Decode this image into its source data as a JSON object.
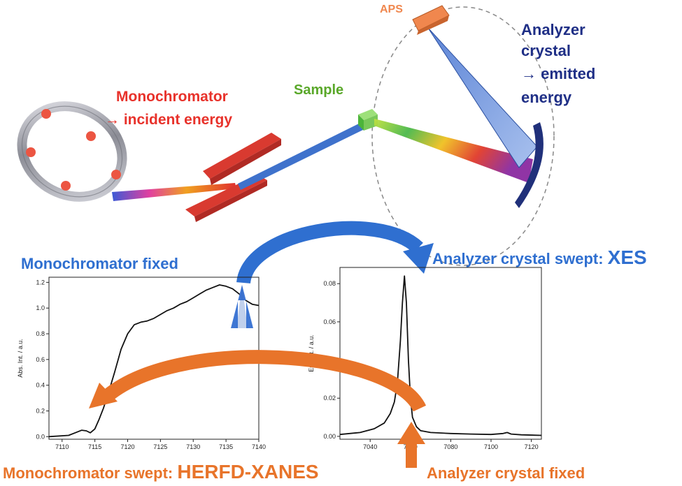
{
  "labels": {
    "aps": "APS",
    "analyzer_line1": "Analyzer",
    "analyzer_line2": "crystal",
    "analyzer_line3": "→ emitted",
    "analyzer_line4": "energy",
    "sample": "Sample",
    "mono_line1": "Monochromator",
    "mono_line2": "→ incident energy",
    "mono_fixed": "Monochromator  fixed",
    "analyzer_swept_prefix": "Analyzer crystal swept: ",
    "analyzer_swept_emph": "XES",
    "mono_swept_prefix": "Monochromator  swept: ",
    "mono_swept_emph": "HERFD-XANES",
    "analyzer_fixed": "Analyzer crystal fixed"
  },
  "colors": {
    "red": "#e8322b",
    "green": "#5aa82a",
    "navy": "#1f2f86",
    "blue": "#2f6fd0",
    "orange": "#e8742a",
    "aps": "#f0874e"
  },
  "chart_data": [
    {
      "type": "line",
      "ylabel": "Abs. Int. / a.u.",
      "xlabel": "",
      "xticks": [
        "7110",
        "7115",
        "7120",
        "7125",
        "7130",
        "7135",
        "7140"
      ],
      "yticks": [
        "0.0",
        "0.2",
        "0.4",
        "0.6",
        "0.8",
        "1.0",
        "1.2"
      ],
      "xlim": [
        7108,
        7140
      ],
      "ylim": [
        -0.02,
        1.24
      ],
      "x": [
        7108,
        7111,
        7112,
        7113,
        7113.7,
        7114.3,
        7115,
        7115.6,
        7116.3,
        7117,
        7118,
        7119,
        7120,
        7121,
        7122,
        7123,
        7124,
        7125,
        7126,
        7127,
        7128,
        7129,
        7130,
        7131,
        7132,
        7133,
        7134,
        7135,
        7136,
        7137,
        7138,
        7139,
        7140
      ],
      "y": [
        0.0,
        0.01,
        0.03,
        0.05,
        0.045,
        0.03,
        0.06,
        0.13,
        0.22,
        0.33,
        0.5,
        0.68,
        0.8,
        0.87,
        0.89,
        0.9,
        0.92,
        0.95,
        0.98,
        1.0,
        1.03,
        1.05,
        1.08,
        1.11,
        1.14,
        1.16,
        1.18,
        1.17,
        1.15,
        1.11,
        1.06,
        1.03,
        1.02
      ],
      "grid": false
    },
    {
      "type": "line",
      "ylabel": "Em. Int. / a.u.",
      "xlabel": "",
      "xticks": [
        "7040",
        "7060",
        "7080",
        "7100",
        "7120"
      ],
      "yticks": [
        "0.00",
        "0.02",
        "0.04",
        "0.06",
        "0.08"
      ],
      "xlim": [
        7025,
        7125
      ],
      "ylim": [
        -0.0015,
        0.0885
      ],
      "x": [
        7025,
        7035,
        7042,
        7047,
        7050,
        7052,
        7053.5,
        7055,
        7056,
        7057,
        7058,
        7059,
        7060,
        7061,
        7063,
        7065,
        7070,
        7080,
        7090,
        7100,
        7106,
        7108,
        7110,
        7115,
        7125
      ],
      "y": [
        0.001,
        0.002,
        0.004,
        0.007,
        0.012,
        0.018,
        0.028,
        0.05,
        0.07,
        0.084,
        0.07,
        0.04,
        0.02,
        0.01,
        0.005,
        0.003,
        0.002,
        0.0015,
        0.0012,
        0.001,
        0.0015,
        0.002,
        0.0012,
        0.0008,
        0.0005
      ],
      "grid": false
    }
  ]
}
